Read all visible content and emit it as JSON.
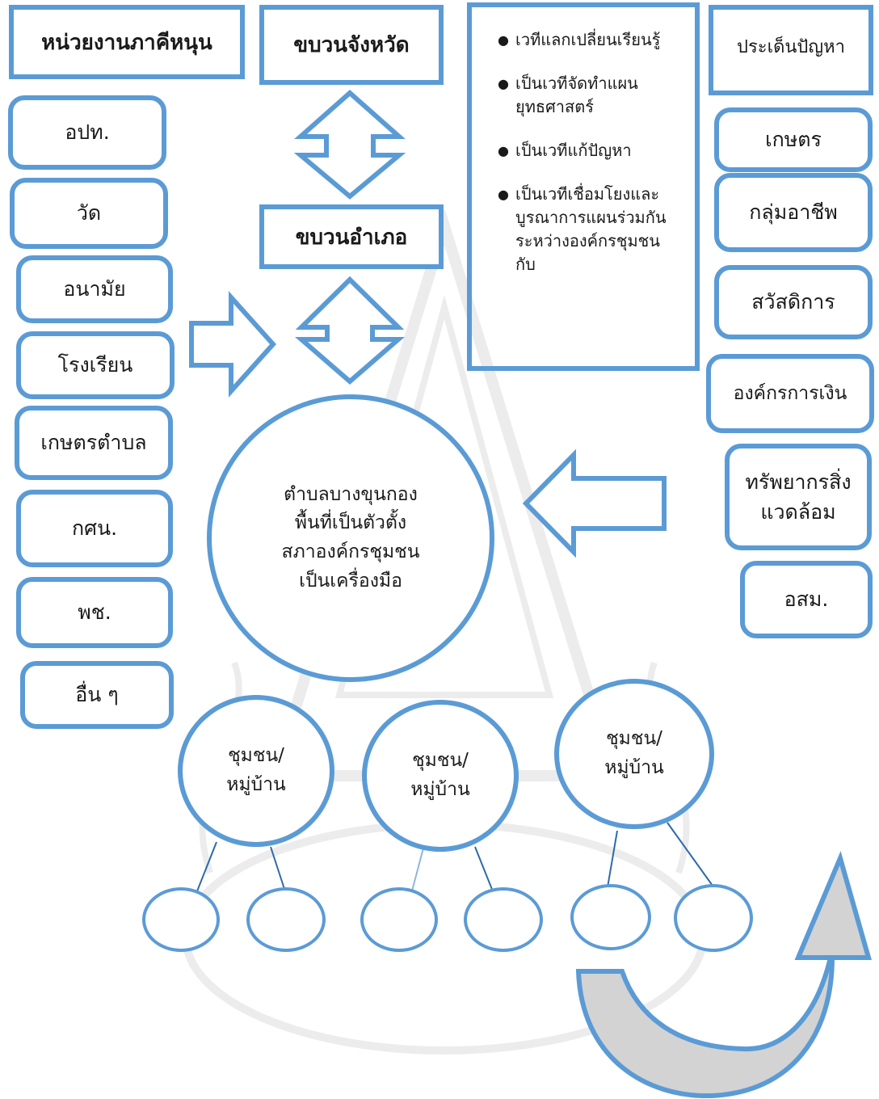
{
  "partners": {
    "title": "หน่วยงานภาคีหนุน",
    "items": [
      "อปท.",
      "วัด",
      "อนามัย",
      "โรงเรียน",
      "เกษตรตำบล",
      "กศน.",
      "พช.",
      "อื่น ๆ"
    ]
  },
  "province": "ขบวนจังหวัด",
  "district": "ขบวนอำเภอ",
  "forum": {
    "items": [
      "เวทีแลกเปลี่ยนเรียนรู้",
      "เป็นเวทีจัดทำแผนยุทธศาสตร์",
      "เป็นเวทีแก้ปัญหา",
      "เป็นเวทีเชื่อมโยงและบูรณาการแผนร่วมกันระหว่างองค์กรชุมชนกับ"
    ]
  },
  "issues": {
    "title": "ประเด็นปัญหา",
    "items": [
      "เกษตร",
      "กลุ่มอาชีพ",
      "สวัสดิการ",
      "องค์กรการเงิน",
      "ทรัพยากรสิ่งแวดล้อม",
      "อสม."
    ]
  },
  "center": {
    "line1": "ตำบลบางขุนกอง",
    "line2": "พื้นที่เป็นตัวตั้ง",
    "line3": "สภาองค์กรชุมชน",
    "line4": "เป็นเครื่องมือ"
  },
  "communities": [
    "ชุมชน/หมู่บ้าน",
    "ชุมชน/หมู่บ้าน",
    "ชุมชน/หมู่บ้าน"
  ],
  "colors": {
    "accent": "#5b9bd5",
    "arrow_fill": "#d3d3d3"
  }
}
